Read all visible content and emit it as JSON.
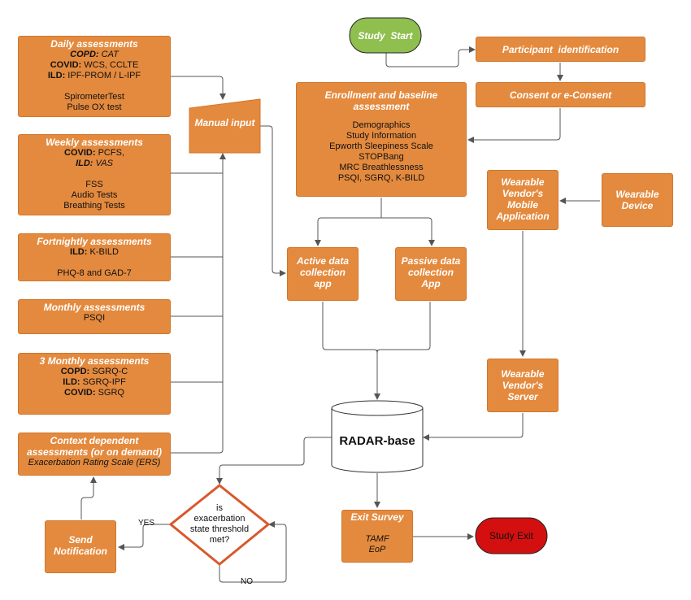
{
  "start": {
    "label": "Study  Start"
  },
  "participant": {
    "label": "Participant  identification"
  },
  "consent": {
    "label": "Consent or e-Consent"
  },
  "enrollment": {
    "title": "Enrollment and baseline assessment",
    "items": [
      "Demographics",
      "Study Information",
      "Epworth Sleepiness Scale",
      "STOPBang",
      "MRC Breathlessness",
      "PSQI, SGRQ, K-BILD"
    ]
  },
  "daily": {
    "title": "Daily assessments",
    "copd_label": "COPD:",
    "copd_value": "CAT",
    "covid_label": "COVID:",
    "covid_value": "WCS, CCLTE",
    "ild_label": "ILD:",
    "ild_value": "IPF-PROM / L-IPF",
    "extra1": "SpirometerTest",
    "extra2": "Pulse OX test"
  },
  "weekly": {
    "title": "Weekly assessments",
    "covid_label": "COVID:",
    "covid_value": "PCFS,",
    "ild_label": "ILD:",
    "ild_value": "VAS",
    "extra1": "FSS",
    "extra2": "Audio Tests",
    "extra3": "Breathing Tests"
  },
  "fortnightly": {
    "title": "Fortnightly assessments",
    "ild_label": "ILD:",
    "ild_value": "K-BILD",
    "extra1": "PHQ-8 and GAD-7"
  },
  "monthly": {
    "title": "Monthly assessments",
    "value": "PSQI"
  },
  "three_monthly": {
    "title": "3 Monthly assessments",
    "copd_label": "COPD:",
    "copd_value": "SGRQ-C",
    "ild_label": "ILD:",
    "ild_value": "SGRQ-IPF",
    "covid_label": "COVID:",
    "covid_value": "SGRQ"
  },
  "context": {
    "title_line1": "Context dependent",
    "title_line2": "assessments (or on demand)",
    "value": "Exacerbation Rating Scale (ERS)"
  },
  "manual_input": {
    "label": "Manual input"
  },
  "active_app": {
    "line1": "Active data",
    "line2": "collection",
    "line3": "app"
  },
  "passive_app": {
    "line1": "Passive data",
    "line2": "collection",
    "line3": "App"
  },
  "vendor_app": {
    "line1": "Wearable",
    "line2": "Vendor's",
    "line3": "Mobile",
    "line4": "Application"
  },
  "device": {
    "line1": "Wearable",
    "line2": "Device"
  },
  "vendor_server": {
    "line1": "Wearable",
    "line2": "Vendor's",
    "line3": "Server"
  },
  "radar": {
    "label": "RADAR-base"
  },
  "decision": {
    "line1": "is",
    "line2": "exacerbation",
    "line3": "state threshold",
    "line4": "met?"
  },
  "yes_label": "YES",
  "no_label": "NO",
  "notification": {
    "line1": "Send",
    "line2": "Notification"
  },
  "exit_survey": {
    "title": "Exit Survey",
    "item1": "TAMF",
    "item2": "EoP"
  },
  "study_exit": {
    "label": "Study Exit"
  },
  "colors": {
    "box": "#e48a3e",
    "start": "#8fbf4f",
    "exit": "#d40f0f",
    "diamond_border": "#d9582a",
    "line": "#555555"
  }
}
